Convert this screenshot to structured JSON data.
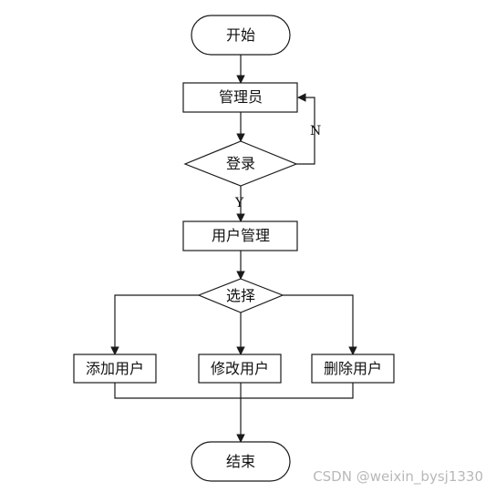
{
  "nodes": {
    "start": "开始",
    "admin": "管理员",
    "login": "登录",
    "user_manage": "用户管理",
    "choose": "选择",
    "add_user": "添加用户",
    "modify_user": "修改用户",
    "delete_user": "删除用户",
    "end": "结束"
  },
  "branch_labels": {
    "no": "N",
    "yes": "Y"
  },
  "watermark": "CSDN @weixin_bysj1330",
  "colors": {
    "line": "#1a1a1a",
    "watermark": "#b8b8b8"
  }
}
